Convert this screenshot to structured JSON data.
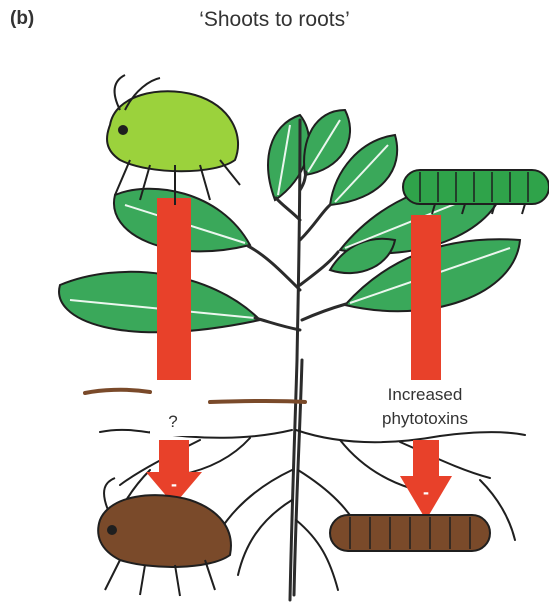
{
  "figure": {
    "panel_letter": "(b)",
    "title": "‘Shoots to roots’"
  },
  "labels": {
    "left_effect": "?",
    "right_effect_line1": "Increased",
    "right_effect_line2": "phytotoxins",
    "left_sign": "-",
    "right_sign": "-"
  },
  "colors": {
    "leaf": "#3aa85a",
    "aphid_shoot": "#9bd23c",
    "caterpillar": "#2fa34a",
    "arrow": "#e8412a",
    "soil_insects": "#7a4a2a",
    "stem": "#2b2b2b"
  },
  "icons": {
    "shoot_herbivore": "aphid-icon",
    "leaf_chewer": "caterpillar-icon",
    "root_aphid": "root-aphid-icon",
    "root_larva": "root-larva-icon"
  }
}
